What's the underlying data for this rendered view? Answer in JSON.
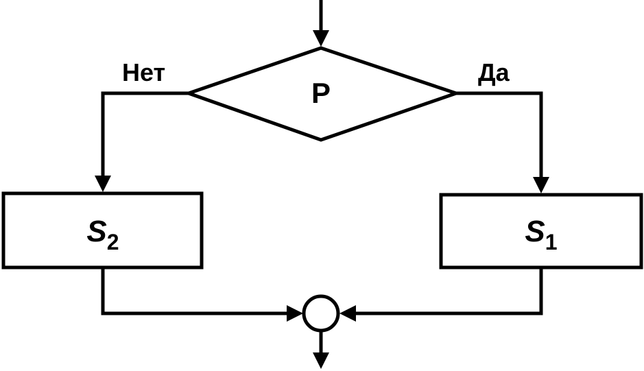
{
  "diagram": {
    "condition": {
      "label": "P"
    },
    "branch_no": {
      "label": "Нет"
    },
    "branch_yes": {
      "label": "Да"
    },
    "block_left": {
      "symbol": "S",
      "subscript": "2"
    },
    "block_right": {
      "symbol": "S",
      "subscript": "1"
    }
  },
  "colors": {
    "stroke": "#000000",
    "background": "#ffffff"
  }
}
